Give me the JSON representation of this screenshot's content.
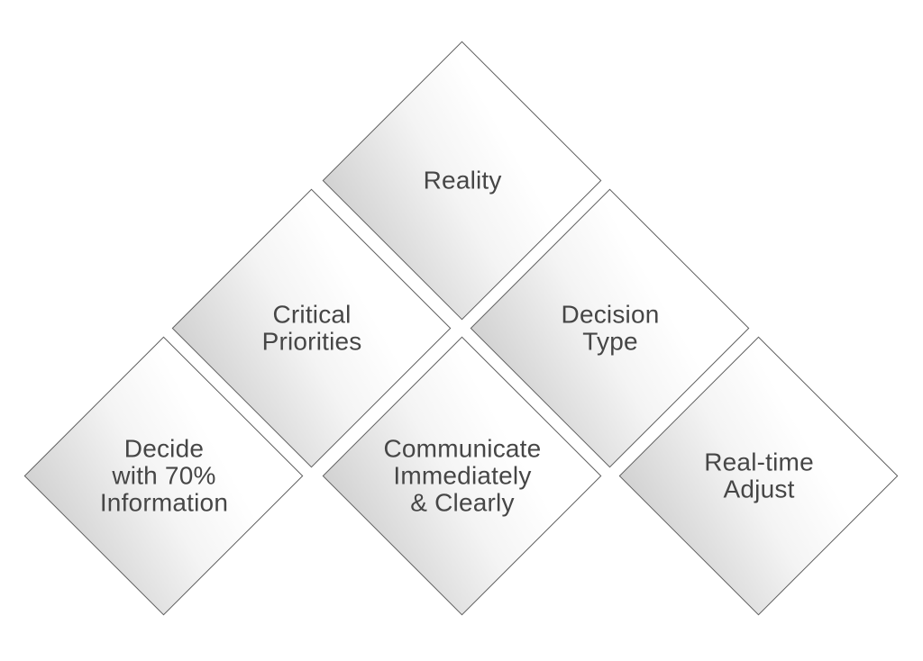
{
  "diagram": {
    "background_color": "#ffffff",
    "diamond_border_color": "#5c5c5c",
    "diamond_gradient_from": "#d2d2d2",
    "diamond_gradient_to": "#ffffff",
    "text_color": "#464646",
    "diamonds": [
      {
        "id": "reality",
        "label": "Reality"
      },
      {
        "id": "critical-priorities",
        "label": "Critical\nPriorities"
      },
      {
        "id": "decision-type",
        "label": "Decision\nType"
      },
      {
        "id": "decide-with-70-information",
        "label": "Decide\nwith 70%\nInformation"
      },
      {
        "id": "communicate-immediately-clearly",
        "label": "Communicate\nImmediately\n& Clearly"
      },
      {
        "id": "real-time-adjust",
        "label": "Real-time\nAdjust"
      }
    ]
  }
}
